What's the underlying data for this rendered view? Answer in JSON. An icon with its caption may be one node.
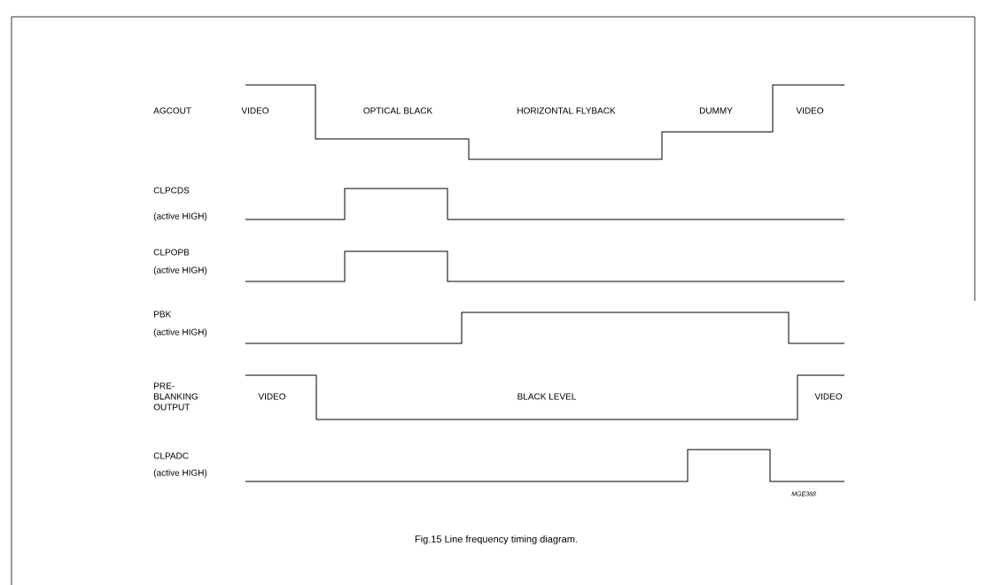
{
  "diagram": {
    "caption": "Fig.15  Line frequency timing diagram.",
    "labels": [
      "AGCOUT",
      "VIDEO",
      "OPTICAL BLACK",
      "HORIZONTAL FLYBACK",
      "DUMMY",
      "VIDEO",
      "CLPCDS",
      "(active HIGH)",
      "CLPOPB",
      "(active HIGH)",
      "PBK",
      "(active HIGH)",
      "PRE-BLANKING OUTPUT",
      "VIDEO",
      "BLACK LEVEL",
      "VIDEO",
      "CLPADC",
      "(active HIGH)",
      "MGE368"
    ]
  }
}
